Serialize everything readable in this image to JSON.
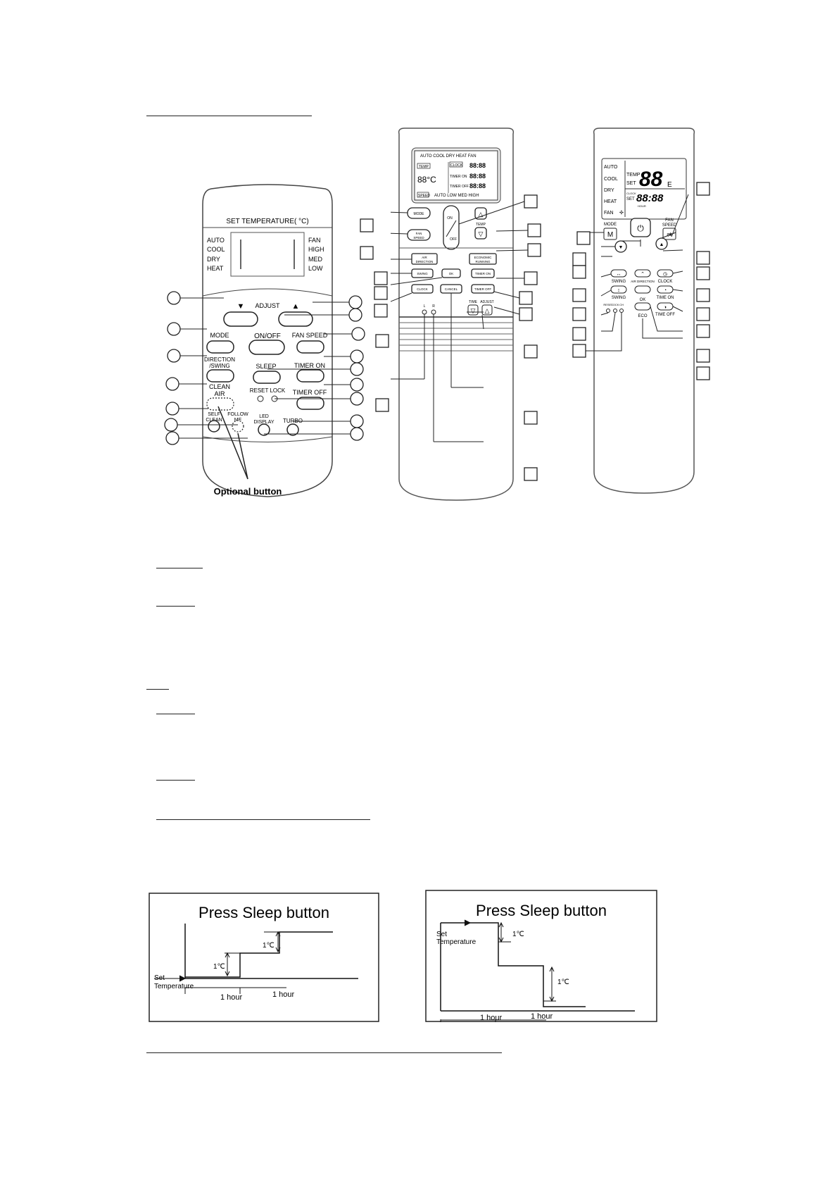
{
  "remote1": {
    "title": "SET TEMPERATURE( °C)",
    "modes_left": [
      "AUTO",
      "COOL",
      "DRY",
      "HEAT"
    ],
    "modes_right": [
      "FAN",
      "HIGH",
      "MED",
      "LOW"
    ],
    "adjust": "ADJUST",
    "buttons": {
      "on_off": "ON/OFF",
      "mode": "MODE",
      "fan_speed": "FAN SPEED",
      "direction_swing": [
        "DIRECTION",
        "/SWING"
      ],
      "sleep": "SLEEP",
      "timer_on": "TIMER ON",
      "clean_air": [
        "CLEAN",
        "AIR"
      ],
      "reset_lock": "RESET LOCK",
      "timer_off": "TIMER OFF",
      "self_clean": [
        "SELF",
        "CLEAN"
      ],
      "follow_me": [
        "FOLLOW",
        "ME"
      ],
      "led_display": [
        "LED",
        "DISPLAY"
      ],
      "turbo": "TURBO"
    },
    "optional_label": "Optional button"
  },
  "remote2": {
    "lcd_top": "AUTO COOL DRY HEAT FAN",
    "lcd_temp": "TEMP",
    "lcd_digits": "88°C",
    "lcd_clock": "CLOCK",
    "lcd_timer_on": "TIMER ON",
    "lcd_timer_off": "TIMER OFF",
    "lcd_time": "88:88",
    "lcd_speed": "SPEED",
    "lcd_speed_values": "AUTO LOW MED HIGH",
    "buttons": {
      "mode": "MODE",
      "fan_speed": [
        "FAN",
        "SPEED"
      ],
      "on": "ON",
      "off": "OFF",
      "temp": "TEMP",
      "air_direction": [
        "AIR",
        "DIRECTION"
      ],
      "economic_running": [
        "ECONOMIC",
        "RUNNING"
      ],
      "swing": "SWING",
      "ok": "OK",
      "timer_on": "TIMER ON",
      "clock": "CLOCK",
      "cancel": "CANCEL",
      "timer_off": "TIMER OFF",
      "time": "TIME",
      "adjust": "ADJUST",
      "l": "L",
      "r": "R"
    }
  },
  "remote3": {
    "lcd_modes": [
      "AUTO",
      "COOL",
      "DRY",
      "HEAT",
      "FAN"
    ],
    "lcd_temp": "TEMP",
    "lcd_set": "SET",
    "lcd_big": "88",
    "lcd_unit": "E",
    "lcd_clock": "CLOCK",
    "lcd_set2": "SET",
    "lcd_hour": "HOUR",
    "lcd_time": "88:88",
    "buttons": {
      "mode": "MODE",
      "mode_icon": "M",
      "fan_speed": [
        "FAN",
        "SPEED"
      ],
      "swing_h": "SWING",
      "air_direction": "AIR DIRECTION",
      "clock": "CLOCK",
      "swing_v": "SWING",
      "ok": "OK",
      "time_on": "TIME ON",
      "reset": "RESET",
      "lock": "LOCK",
      "ch": "CH",
      "eco": "ECO",
      "time_off": "TIME OFF"
    }
  },
  "sleep_charts": [
    {
      "title": "Press Sleep button",
      "set_label": [
        "Set",
        "Temperature"
      ],
      "step_labels": [
        "1℃",
        "1℃"
      ],
      "hour_labels": [
        "1 hour",
        "1 hour"
      ],
      "direction": "up"
    },
    {
      "title": "Press Sleep button",
      "set_label": [
        "Set",
        "Temperature"
      ],
      "step_labels": [
        "1℃",
        "1℃"
      ],
      "hour_labels": [
        "1 hour",
        "1 hour"
      ],
      "direction": "down"
    }
  ]
}
